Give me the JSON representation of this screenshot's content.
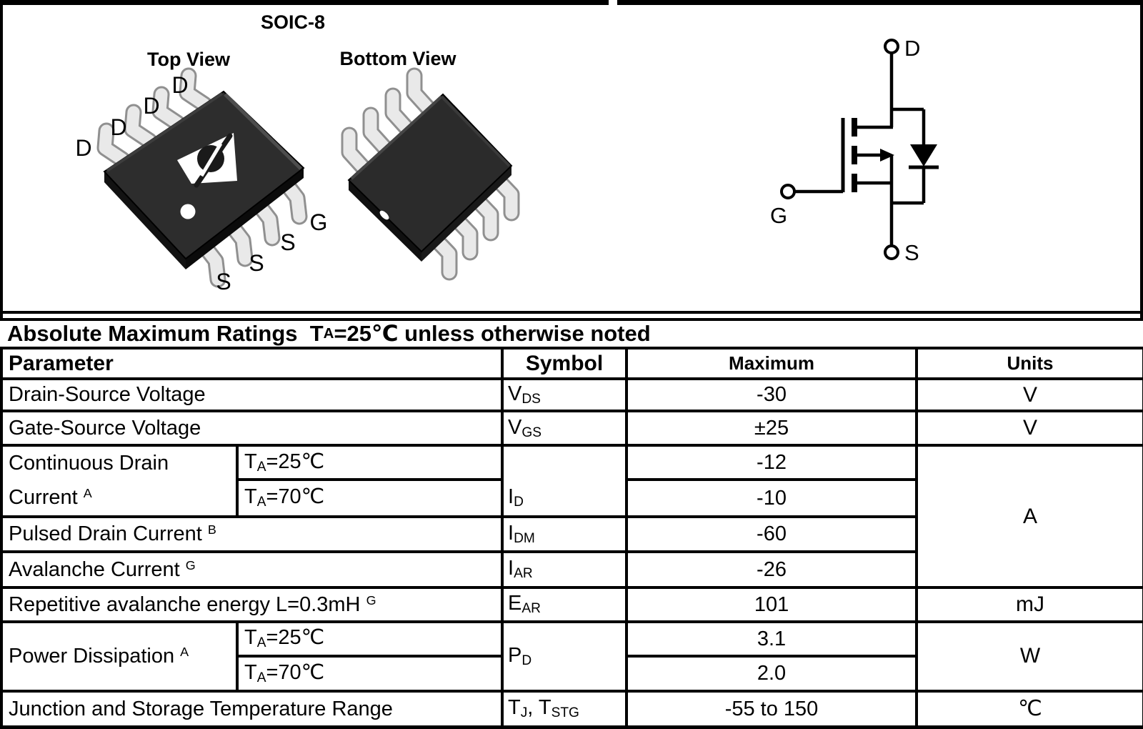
{
  "figure": {
    "package_label": "SOIC-8",
    "top_view_label": "Top View",
    "bottom_view_label": "Bottom View",
    "top_view_pins": {
      "d1": "D",
      "d2": "D",
      "d3": "D",
      "d4": "D",
      "s1": "S",
      "s2": "S",
      "s3": "S",
      "g": "G"
    },
    "schematic_pins": {
      "drain": "D",
      "gate": "G",
      "source": "S"
    }
  },
  "table": {
    "title": "Absolute Maximum Ratings  T_{A}=25℃ unless otherwise noted",
    "headers": {
      "parameter": "Parameter",
      "symbol": "Symbol",
      "maximum": "Maximum",
      "units": "Units"
    },
    "rows": {
      "vds": {
        "param": "Drain-Source Voltage",
        "symbol": "V_{DS}",
        "max": "-30",
        "units": "V"
      },
      "vgs": {
        "param": "Gate-Source Voltage",
        "symbol": "V_{GS}",
        "max": "±25",
        "units": "V"
      },
      "id25": {
        "param": "Continuous Drain Current ^{A}",
        "cond": "T_{A}=25℃",
        "symbol": "I_{D}",
        "max": "-12",
        "units": "A"
      },
      "id70": {
        "cond": "T_{A}=70℃",
        "max": "-10"
      },
      "idm": {
        "param": "Pulsed Drain Current ^{B}",
        "symbol": "I_{DM}",
        "max": "-60"
      },
      "iar": {
        "param": "Avalanche Current ^{G}",
        "symbol": "I_{AR}",
        "max": "-26"
      },
      "ear": {
        "param": "Repetitive avalanche energy L=0.3mH ^{G}",
        "symbol": "E_{AR}",
        "max": "101",
        "units": "mJ"
      },
      "pd25": {
        "param": "Power Dissipation ^{A}",
        "cond": "T_{A}=25℃",
        "symbol": "P_{D}",
        "max": "3.1",
        "units": "W"
      },
      "pd70": {
        "cond": "T_{A}=70℃",
        "max": "2.0"
      },
      "tj": {
        "param": "Junction and Storage Temperature Range",
        "symbol": "T_{J}, T_{STG}",
        "max": "-55 to 150",
        "units": "℃"
      }
    }
  }
}
